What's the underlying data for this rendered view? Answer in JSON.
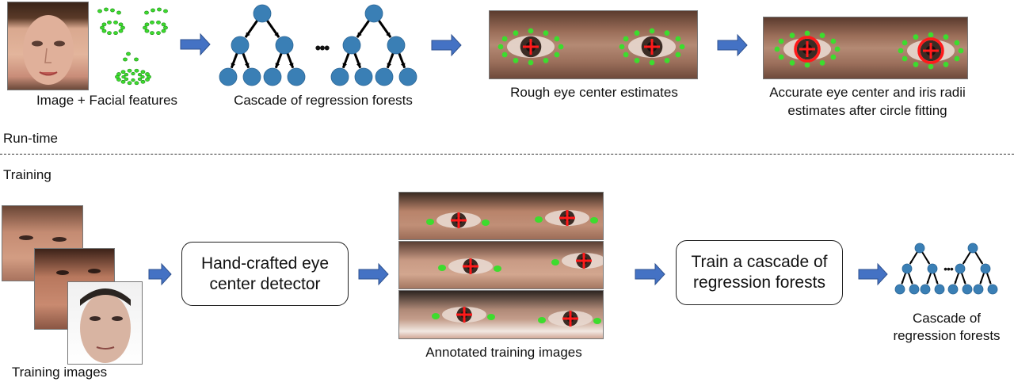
{
  "runtime": {
    "section_label": "Run-time",
    "input_caption": "Image + Facial features",
    "forest_caption": "Cascade of regression forests",
    "rough_caption": "Rough eye center estimates",
    "accurate_caption_line1": "Accurate eye center and iris radii",
    "accurate_caption_line2": "estimates after circle fitting",
    "ellipsis": "•••"
  },
  "training": {
    "section_label": "Training",
    "images_caption": "Training images",
    "detector_line1": "Hand-crafted eye",
    "detector_line2": "center detector",
    "annotated_caption": "Annotated training images",
    "train_line1": "Train a cascade of",
    "train_line2": "regression forests",
    "output_line1": "Cascade of",
    "output_line2": "regression forests",
    "ellipsis": "•••"
  },
  "colors": {
    "flow_arrow": "#4472c4",
    "node": "#3a7fb5",
    "landmark": "#3ddc2e",
    "eye_center": "#ff1a1a"
  }
}
